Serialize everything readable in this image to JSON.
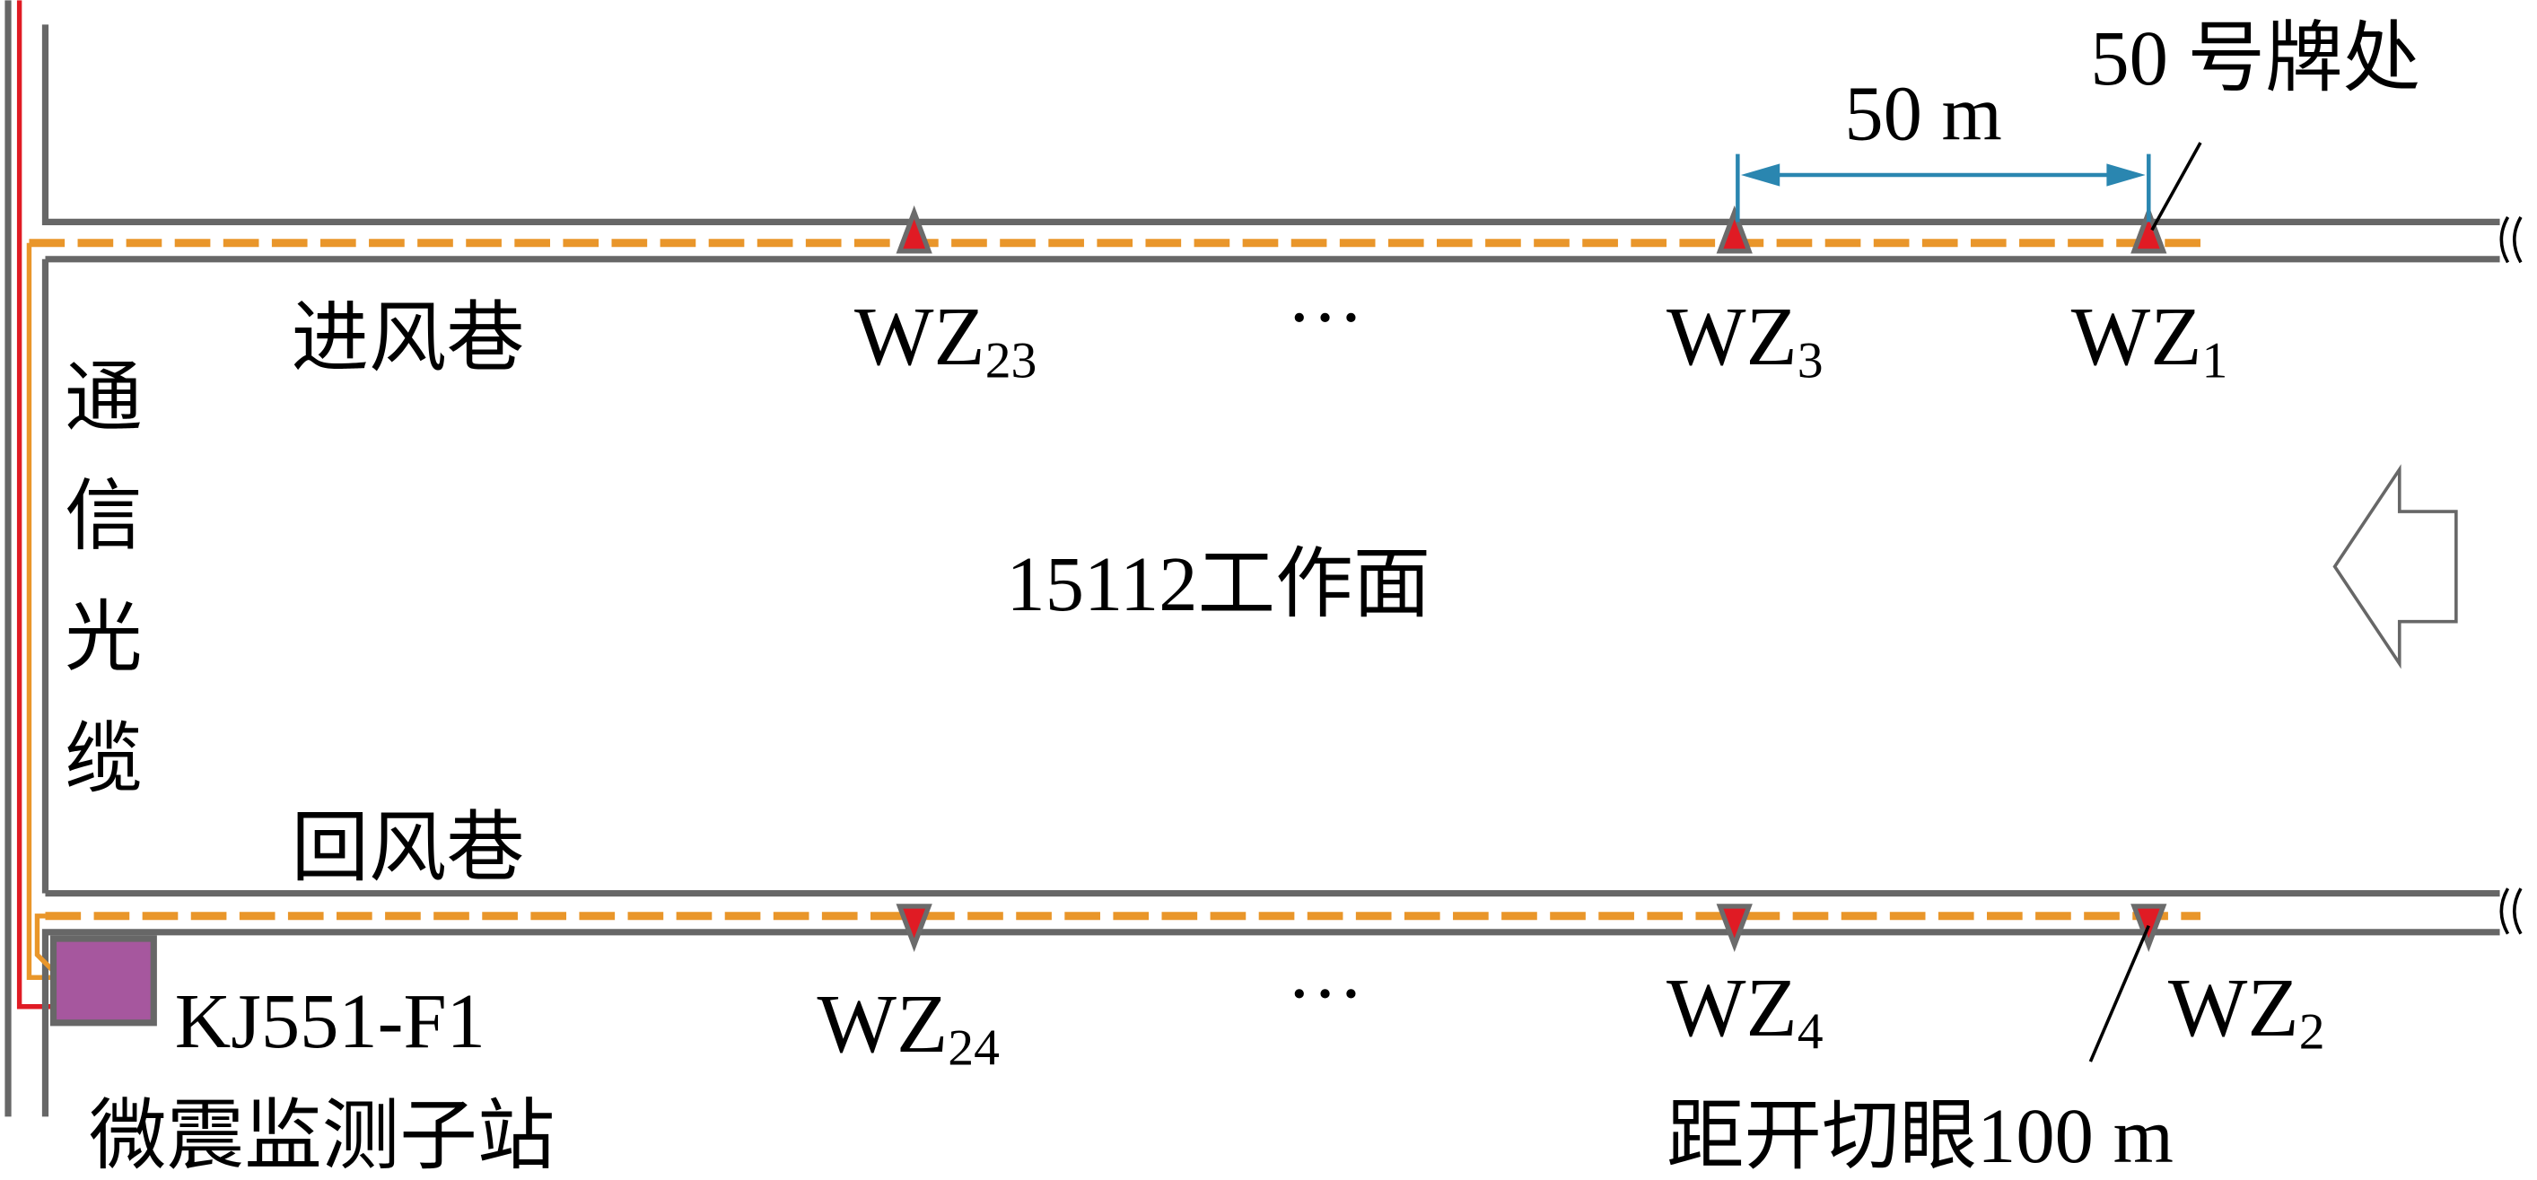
{
  "title_label": "15112工作面",
  "roadways": {
    "intake": "进风巷",
    "return": "回风巷"
  },
  "cable_label_chars": [
    "通",
    "信",
    "光",
    "缆"
  ],
  "substation": {
    "model": "KJ551-F1",
    "name": "微震监测子站",
    "color": "#A6579E"
  },
  "dimension": {
    "spacing": "50 m",
    "marker": "50 号牌处"
  },
  "ellipsis": "···",
  "distance_note": "距开切眼100 m",
  "sensors": {
    "top": [
      {
        "base": "WZ",
        "sub": "23"
      },
      {
        "base": "WZ",
        "sub": "3"
      },
      {
        "base": "WZ",
        "sub": "1"
      }
    ],
    "bottom": [
      {
        "base": "WZ",
        "sub": "24"
      },
      {
        "base": "WZ",
        "sub": "4"
      },
      {
        "base": "WZ",
        "sub": "2"
      }
    ]
  },
  "colors": {
    "wall": "#676767",
    "cable": "#E9962A",
    "sensor": "#E01B24",
    "dimension": "#2A86B0"
  }
}
